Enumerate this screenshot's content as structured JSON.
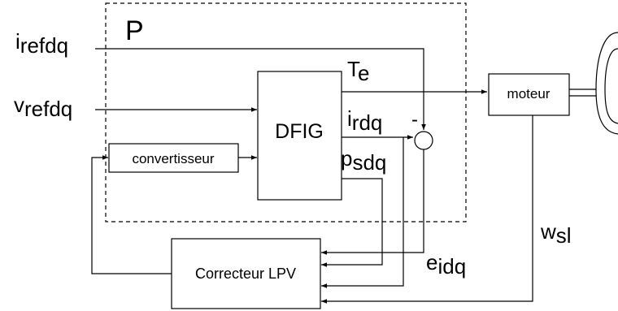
{
  "system_box": {
    "label": "P"
  },
  "blocks": {
    "dfig": "DFIG",
    "moteur": "moteur",
    "convertisseur": "convertisseur",
    "correcteur": "Correcteur LPV"
  },
  "signals": {
    "i_refdq": {
      "base": "i",
      "sub": "refdq"
    },
    "v_refdq": {
      "base": "v",
      "sub": "refdq"
    },
    "t_e": {
      "base": "T",
      "sub": "e"
    },
    "i_rdq": {
      "base": "i",
      "sub": "rdq"
    },
    "p_sdq": {
      "base": "p",
      "sub": "sdq"
    },
    "w_sl": {
      "base": "w",
      "sub": "sl"
    },
    "e_idq": {
      "base": "e",
      "sub": "idq"
    }
  },
  "summing_junction": {
    "minus_sign": "-"
  }
}
